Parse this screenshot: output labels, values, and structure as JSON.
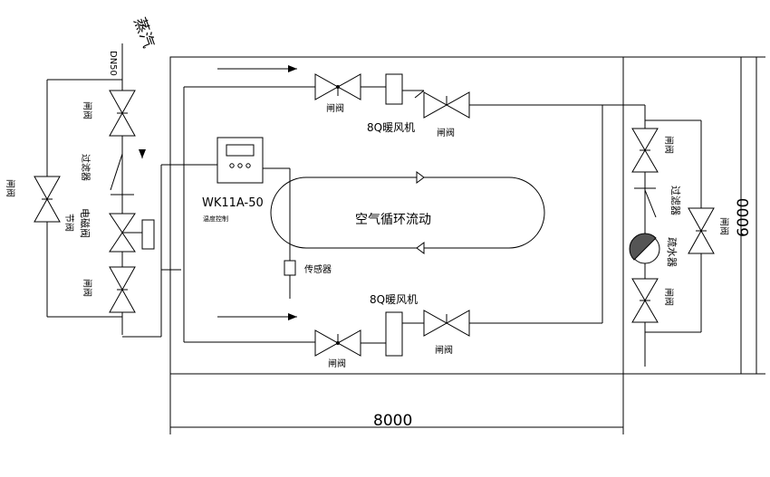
{
  "steam_label": "蒸汽",
  "pipe_size": "DN50",
  "valve_label": "闸阀",
  "bypass_valve_label": "闸阀",
  "throttle_valve_label": "节阀",
  "filter_label": "过滤器",
  "solenoid_label": "电磁阀",
  "controller": {
    "model": "WK11A-50",
    "caption": "温度控制"
  },
  "sensor_label": "传感器",
  "heater_top": "8Q暖风机",
  "heater_bottom": "8Q暖风机",
  "air_loop_label": "空气循环流动",
  "trap_label": "疏水器",
  "dim_width": "8000",
  "dim_height": "6000"
}
